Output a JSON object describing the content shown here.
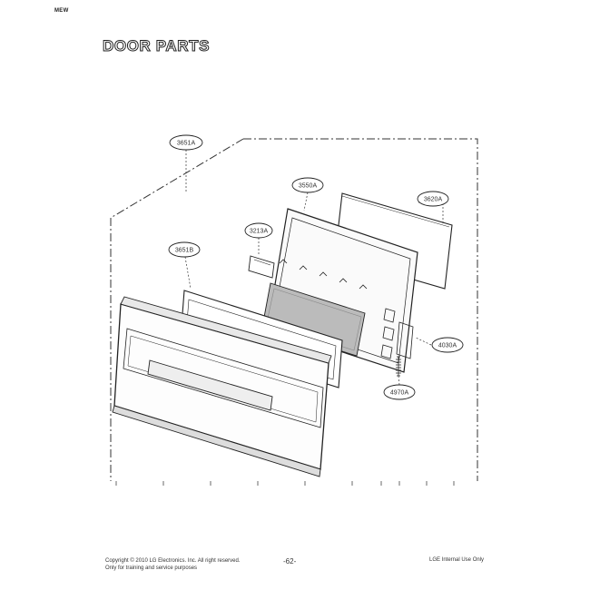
{
  "header": {
    "model": "MEW",
    "title": "DOOR PARTS"
  },
  "callouts": [
    {
      "id": "c1",
      "label": "3651A"
    },
    {
      "id": "c2",
      "label": "3213A"
    },
    {
      "id": "c3",
      "label": "3550A"
    },
    {
      "id": "c4",
      "label": "3651B"
    },
    {
      "id": "c5",
      "label": "3620A"
    },
    {
      "id": "c6",
      "label": "4030A"
    },
    {
      "id": "c7",
      "label": "4970A"
    }
  ],
  "footer": {
    "copyright": "Copyright © 2010 LG Electronics. Inc. All right reserved.",
    "usage": "Only for training and service purposes",
    "page": "-62-",
    "internal": "LGE Internal Use Only"
  }
}
